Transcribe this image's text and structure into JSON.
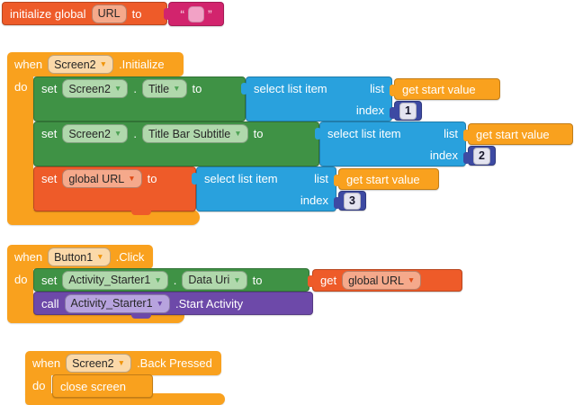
{
  "palette": {
    "event_orange": "#F9A11E",
    "component_green": "#3F9245",
    "list_blue": "#29A1DD",
    "variable_vermilion": "#EE5B29",
    "procedure_purple": "#6D49A9",
    "text_magenta": "#D2246D",
    "math_indigo": "#3D4AA3"
  },
  "init_global": {
    "keyword": "initialize global",
    "variable": "URL",
    "to": "to",
    "string": {
      "open_quote": "“",
      "close_quote": "”",
      "value": ""
    }
  },
  "screen2_initialize": {
    "when": "when",
    "component": "Screen2",
    "event": ".Initialize",
    "do": "do",
    "rows": [
      {
        "set": "set",
        "target": "Screen2",
        "dot": ".",
        "property": "Title",
        "to": "to",
        "select": {
          "label": "select list item",
          "list": "list",
          "index": "index",
          "index_value": "1"
        },
        "get": "get start value"
      },
      {
        "set": "set",
        "target": "Screen2",
        "dot": ".",
        "property": "Title Bar Subtitle",
        "to": "to",
        "select": {
          "label": "select list item",
          "list": "list",
          "index": "index",
          "index_value": "2"
        },
        "get": "get start value"
      },
      {
        "set": "set",
        "target": "global URL",
        "to": "to",
        "select": {
          "label": "select list item",
          "list": "list",
          "index": "index",
          "index_value": "3"
        },
        "get": "get start value"
      }
    ]
  },
  "button1_click": {
    "when": "when",
    "component": "Button1",
    "event": ".Click",
    "do": "do",
    "set_row": {
      "set": "set",
      "target": "Activity_Starter1",
      "dot": ".",
      "property": "Data Uri",
      "to": "to",
      "get": "get",
      "get_variable": "global URL"
    },
    "call_row": {
      "call": "call",
      "target": "Activity_Starter1",
      "method": ".Start Activity"
    }
  },
  "screen2_back": {
    "when": "when",
    "component": "Screen2",
    "event": ".Back Pressed",
    "do": "do",
    "body": "close screen"
  }
}
